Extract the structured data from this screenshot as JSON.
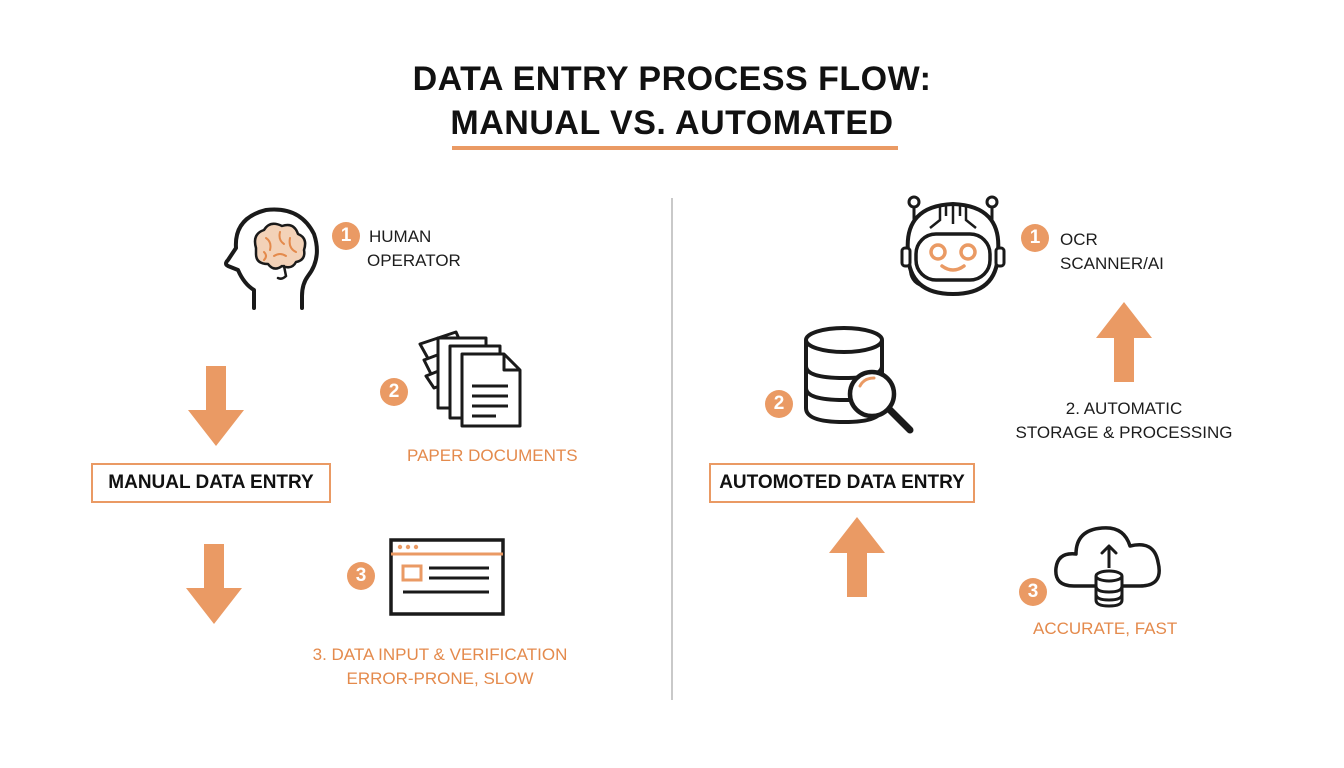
{
  "title": {
    "line1": "DATA ENTRY PROCESS FLOW:",
    "line2": "MANUAL VS. AUTOMATED"
  },
  "manual": {
    "box_label": "MANUAL DATA ENTRY",
    "step1": {
      "number": "1",
      "line1": "HUMAN",
      "line2": "OPERATOR",
      "icon": "brain-head-icon"
    },
    "step2": {
      "number": "2",
      "label": "PAPER DOCUMENTS",
      "icon": "paper-documents-icon"
    },
    "step3": {
      "number": "3",
      "line1": "3. DATA INPUT & VERIFICATION",
      "line2": "ERROR-PRONE, SLOW",
      "icon": "data-form-window-icon"
    }
  },
  "automated": {
    "box_label": "AUTOMOTED DATA ENTRY",
    "step1": {
      "number": "1",
      "line1": "OCR",
      "line2": "SCANNER/AI",
      "icon": "robot-head-icon"
    },
    "step2": {
      "number": "2",
      "line1": "2. AUTOMATIC",
      "line2": "STORAGE & PROCESSING",
      "icon": "database-search-icon"
    },
    "step3": {
      "number": "3",
      "label": "ACCURATE, FAST",
      "icon": "cloud-database-icon"
    }
  },
  "colors": {
    "accent": "#ea9a64",
    "accent_text": "#e48a4c",
    "line": "#1a1a1a",
    "divider": "#c9c9c9"
  }
}
